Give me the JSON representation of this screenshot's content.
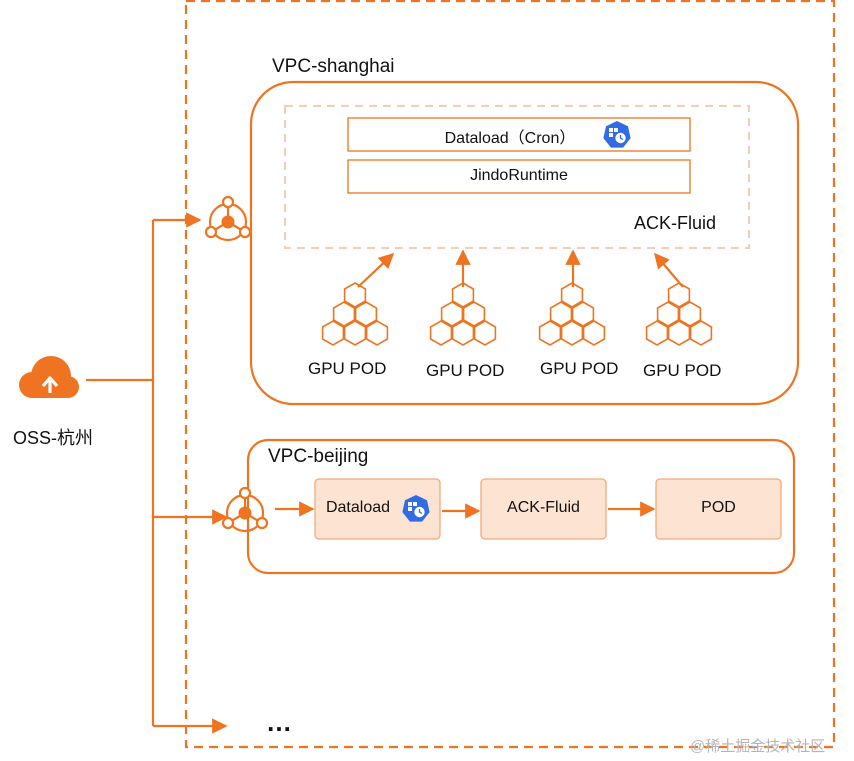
{
  "colors": {
    "accent": "#ee7421",
    "box_fill": "#fde4d2",
    "box_border": "#f3a978",
    "inner_dash": "#f6cdb2",
    "k8s_blue": "#326ce5"
  },
  "icons": {
    "oss": "cloud-upload-icon",
    "gateway": "network-gateway-icon",
    "pod": "hexagon-cluster-icon",
    "kubernetes": "kubernetes-cron-icon"
  },
  "oss": {
    "label": "OSS-杭州"
  },
  "shanghai": {
    "title": "VPC-shanghai",
    "dataload_label": "Dataload（Cron）",
    "runtime_label": "JindoRuntime",
    "fluid_label": "ACK-Fluid",
    "pods": [
      "GPU POD",
      "GPU POD",
      "GPU POD",
      "GPU POD"
    ]
  },
  "beijing": {
    "title": "VPC-beijing",
    "dataload_label": "Dataload",
    "fluid_label": "ACK-Fluid",
    "pod_label": "POD"
  },
  "more_label": "…",
  "watermark": "@稀土掘金技术社区"
}
